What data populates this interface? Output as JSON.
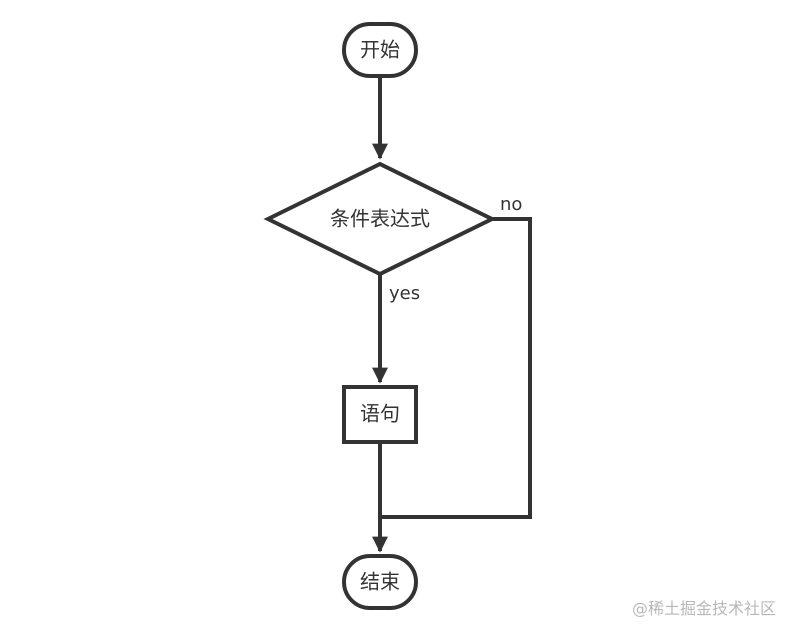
{
  "nodes": {
    "start": "开始",
    "condition": "条件表达式",
    "statement": "语句",
    "end": "结束"
  },
  "edges": {
    "yes_label": "yes",
    "no_label": "no"
  },
  "watermark": "@稀土掘金技术社区",
  "colors": {
    "stroke": "#333333",
    "text": "#333333",
    "watermark": "#b8b8b8",
    "background": "#ffffff"
  }
}
